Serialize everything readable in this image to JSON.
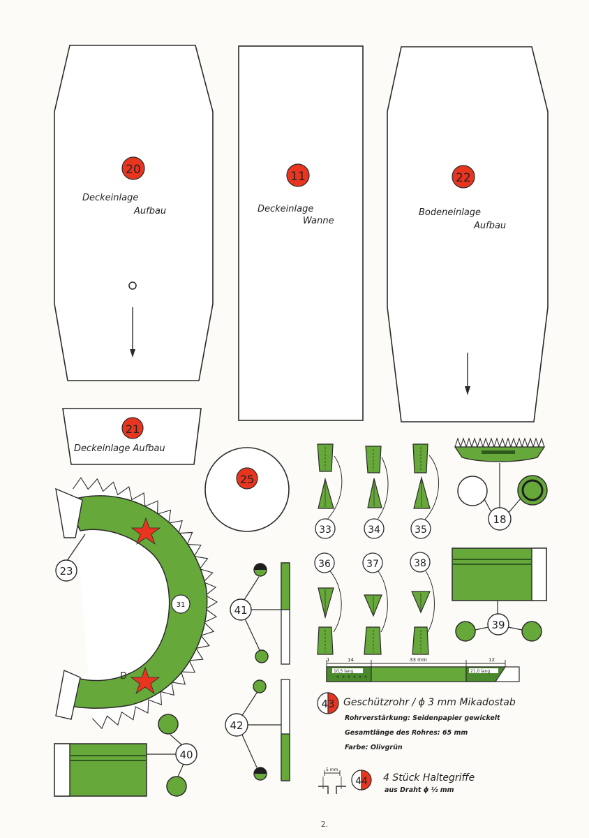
{
  "colors": {
    "paper": "#fcfbf7",
    "line": "#2a2a2a",
    "green": "#67a83a",
    "dark_green": "#2f5a1e",
    "red": "#e8351f"
  },
  "parts": {
    "p20": {
      "num": "20",
      "line1": "Deckeinlage",
      "line2": "Aufbau"
    },
    "p11": {
      "num": "11",
      "line1": "Deckeinlage",
      "line2": "Wanne"
    },
    "p22": {
      "num": "22",
      "line1": "Bodeneinlage",
      "line2": "Aufbau"
    },
    "p21": {
      "num": "21",
      "line1": "Deckeinlage Aufbau"
    },
    "p25": {
      "num": "25"
    },
    "p23": {
      "num": "23"
    },
    "p31": {
      "num": "31"
    },
    "p18": {
      "num": "18"
    },
    "p33": {
      "num": "33"
    },
    "p34": {
      "num": "34"
    },
    "p35": {
      "num": "35"
    },
    "p36": {
      "num": "36"
    },
    "p37": {
      "num": "37"
    },
    "p38": {
      "num": "38"
    },
    "p39": {
      "num": "39"
    },
    "p40": {
      "num": "40"
    },
    "p41": {
      "num": "41"
    },
    "p42": {
      "num": "42"
    }
  },
  "barrel": {
    "dim_a": "14",
    "dim_b": "33 mm",
    "dim_c": "12",
    "dim_d": "1",
    "inner_left": "10,5 lang",
    "inner_right": "21,0 lang"
  },
  "part43": {
    "num": "43",
    "title": "Geschützrohr / ϕ 3 mm Mikadostab",
    "line1": "Rohrverstärkung: Seidenpapier gewickelt",
    "line2": "Gesamtlänge des Rohres: 65 mm",
    "line3": "Farbe: Olivgrün"
  },
  "part44": {
    "num": "44",
    "dim": "5 mm",
    "title": "4 Stück Haltegriffe",
    "sub": "aus Draht ϕ ½ mm"
  },
  "page_number": "2."
}
